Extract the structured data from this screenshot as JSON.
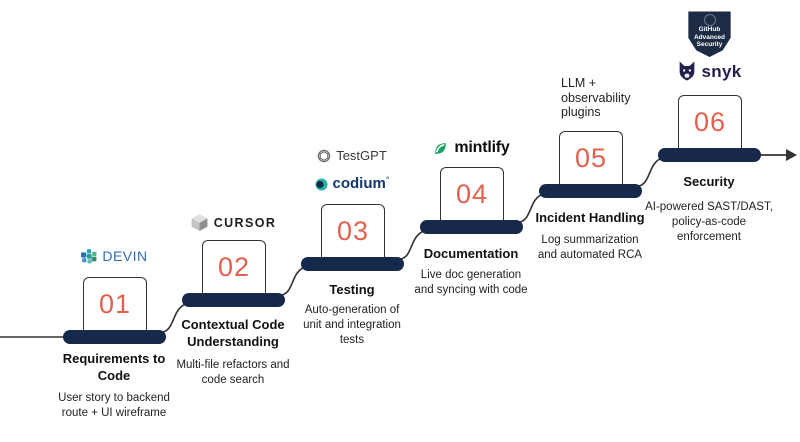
{
  "colors": {
    "navy": "#16294a",
    "number": "#e2614e",
    "line": "#333333",
    "text": "#111111",
    "desc": "#222222",
    "devin_blue": "#2a6fba",
    "cursor_text": "#1e1e1e",
    "testgpt_text": "#3a3a3a",
    "codium_navy": "#14386b",
    "codium_teal": "#27b3a4",
    "mintlify_green": "#15a362",
    "mintlify_text": "#0f0f0f",
    "snyk_dark": "#23204b",
    "shield_navy": "#1d2b45"
  },
  "steps": [
    {
      "number": "01",
      "title_lines": [
        "Requirements to",
        "Code"
      ],
      "desc_lines": [
        "User story to backend",
        "route + UI wireframe"
      ]
    },
    {
      "number": "02",
      "title_lines": [
        "Contextual Code",
        "Understanding"
      ],
      "desc_lines": [
        "Multi-file refactors and",
        "code search"
      ]
    },
    {
      "number": "03",
      "title_lines": [
        "Testing"
      ],
      "desc_lines": [
        "Auto-generation of",
        "unit and integration",
        "tests"
      ]
    },
    {
      "number": "04",
      "title_lines": [
        "Documentation"
      ],
      "desc_lines": [
        "Live doc generation",
        "and syncing with code"
      ]
    },
    {
      "number": "05",
      "title_lines": [
        "Incident Handling"
      ],
      "desc_lines": [
        "Log summarization",
        "and automated RCA"
      ]
    },
    {
      "number": "06",
      "title_lines": [
        "Security"
      ],
      "desc_lines": [
        "AI-powered SAST/DAST,",
        "policy-as-code",
        "enforcement"
      ]
    }
  ],
  "logos": {
    "devin": {
      "label": "DEVIN"
    },
    "cursor": {
      "label": "CURSOR"
    },
    "testgpt": {
      "label": "TestGPT"
    },
    "codium": {
      "label": "codium",
      "mark": "°"
    },
    "mintlify": {
      "label": "mintlify"
    },
    "snyk": {
      "label": "snyk"
    },
    "llm_note_lines": [
      "LLM +",
      "observability",
      "plugins"
    ],
    "github_shield_lines": [
      "GitHub",
      "Advanced",
      "Security"
    ]
  }
}
